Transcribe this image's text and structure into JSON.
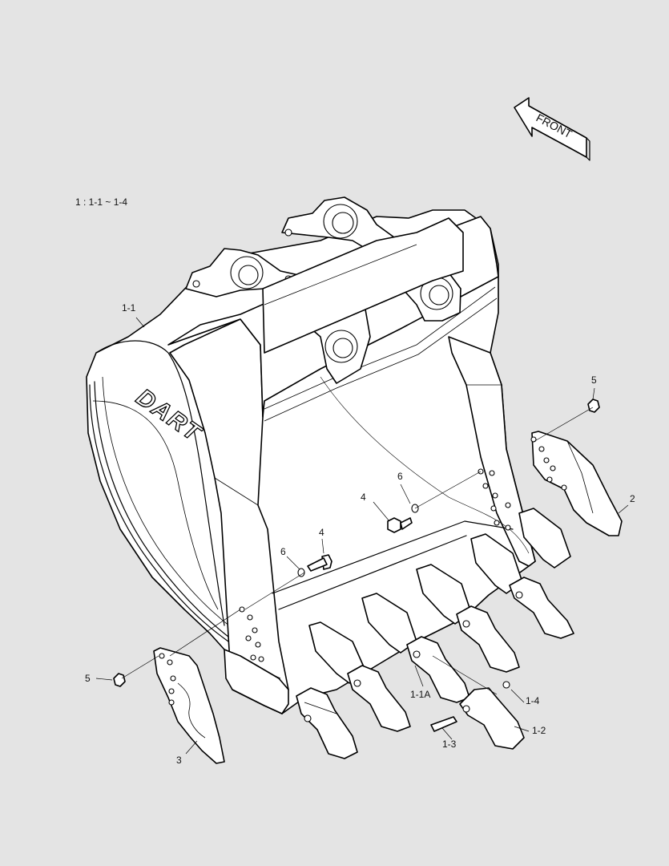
{
  "diagram": {
    "group_label": "1 : 1-1 ~ 1-4",
    "front_label": "FRONT",
    "logo_text": "DART",
    "callouts": {
      "c_1_1": "1-1",
      "c_1_1a": "1-1A",
      "c_1_2": "1-2",
      "c_1_3": "1-3",
      "c_1_4": "1-4",
      "c_2": "2",
      "c_3": "3",
      "c_4_right": "4",
      "c_4_left": "4",
      "c_5_right": "5",
      "c_5_left": "5",
      "c_6_right": "6",
      "c_6_left": "6"
    }
  }
}
